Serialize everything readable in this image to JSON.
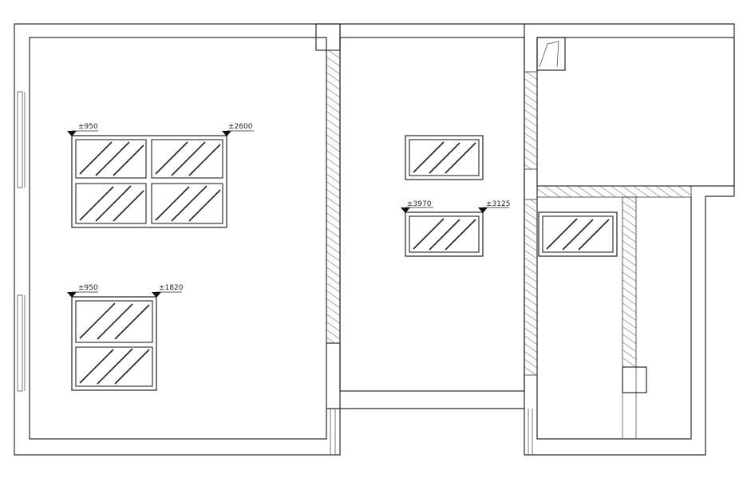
{
  "drawing": {
    "line_color": "#222222",
    "background": "#ffffff",
    "elevation_marks": [
      {
        "id": "w1-left",
        "label": "±950"
      },
      {
        "id": "w1-right",
        "label": "±2600"
      },
      {
        "id": "w2-left",
        "label": "±950"
      },
      {
        "id": "w2-right",
        "label": "±1820"
      },
      {
        "id": "w4-left",
        "label": "±3970"
      },
      {
        "id": "w4-right",
        "label": "±3125"
      }
    ]
  }
}
